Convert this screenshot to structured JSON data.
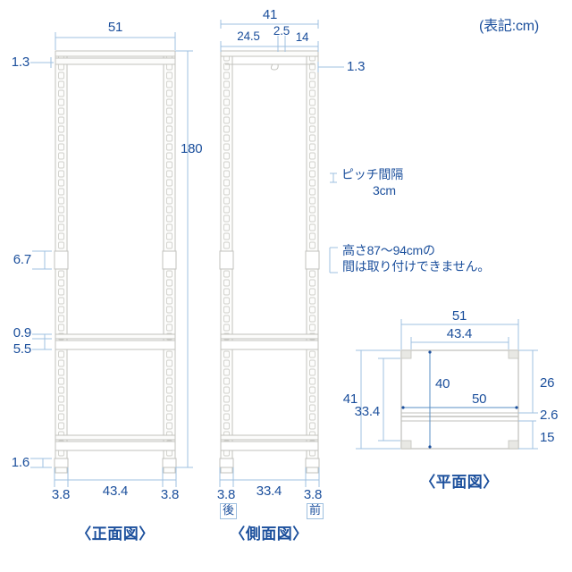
{
  "page": {
    "unit_note": "(表記:cm)",
    "background": "#ffffff",
    "dim_color": "#1b4f9c",
    "line_color": "#9fc0e0",
    "metal_color": "#c8c8c4"
  },
  "front_view": {
    "title": "〈正面図〉",
    "width_top": "51",
    "height_total": "180",
    "top_shelf_thickness": "1.3",
    "mid_joint": "6.7",
    "shelf_plate": "0.9",
    "shelf_beam": "5.5",
    "foot_height": "1.6",
    "inner_width": "43.4",
    "post_left": "3.8",
    "post_right": "3.8"
  },
  "side_view": {
    "title": "〈側面図〉",
    "depth_total": "41",
    "depth_back": "24.5",
    "depth_mid": "2.5",
    "depth_front": "14",
    "rod_thickness": "1.3",
    "inner_depth": "33.4",
    "post_back": "3.8",
    "post_front": "3.8",
    "badge_back": "後",
    "badge_front": "前",
    "pitch_note_line1": "ピッチ間隔",
    "pitch_note_line2": "3cm",
    "restriction_line1": "高さ87〜94cmの",
    "restriction_line2": "間は取り付けできません。"
  },
  "plan_view": {
    "title": "〈平面図〉",
    "outer_width": "51",
    "inner_width": "43.4",
    "outer_depth": "41",
    "inner_depth": "33.4",
    "shelf_depth_40": "40",
    "shelf_width_50": "50",
    "back_zone": "26",
    "bar_zone": "2.6",
    "front_zone": "15"
  }
}
